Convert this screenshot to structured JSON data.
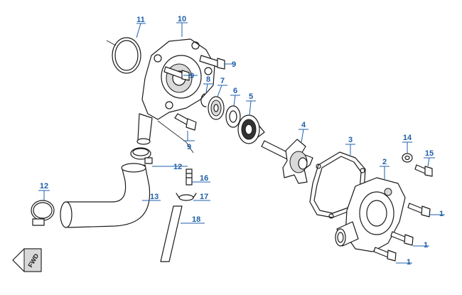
{
  "callouts": {
    "c1a": "1",
    "c1b": "1",
    "c1c": "1",
    "c2": "2",
    "c3": "3",
    "c4": "4",
    "c5": "5",
    "c6": "6",
    "c7": "7",
    "c8": "8",
    "c9a": "9",
    "c9b": "9",
    "c9c": "9",
    "c10": "10",
    "c11": "11",
    "c12a": "12",
    "c12b": "12",
    "c13": "13",
    "c14": "14",
    "c15": "15",
    "c16": "16",
    "c17": "17",
    "c18": "18"
  },
  "fwd_label": "FWD",
  "colors": {
    "callout": "#1f5fa8",
    "line": "#1a1a1a"
  }
}
